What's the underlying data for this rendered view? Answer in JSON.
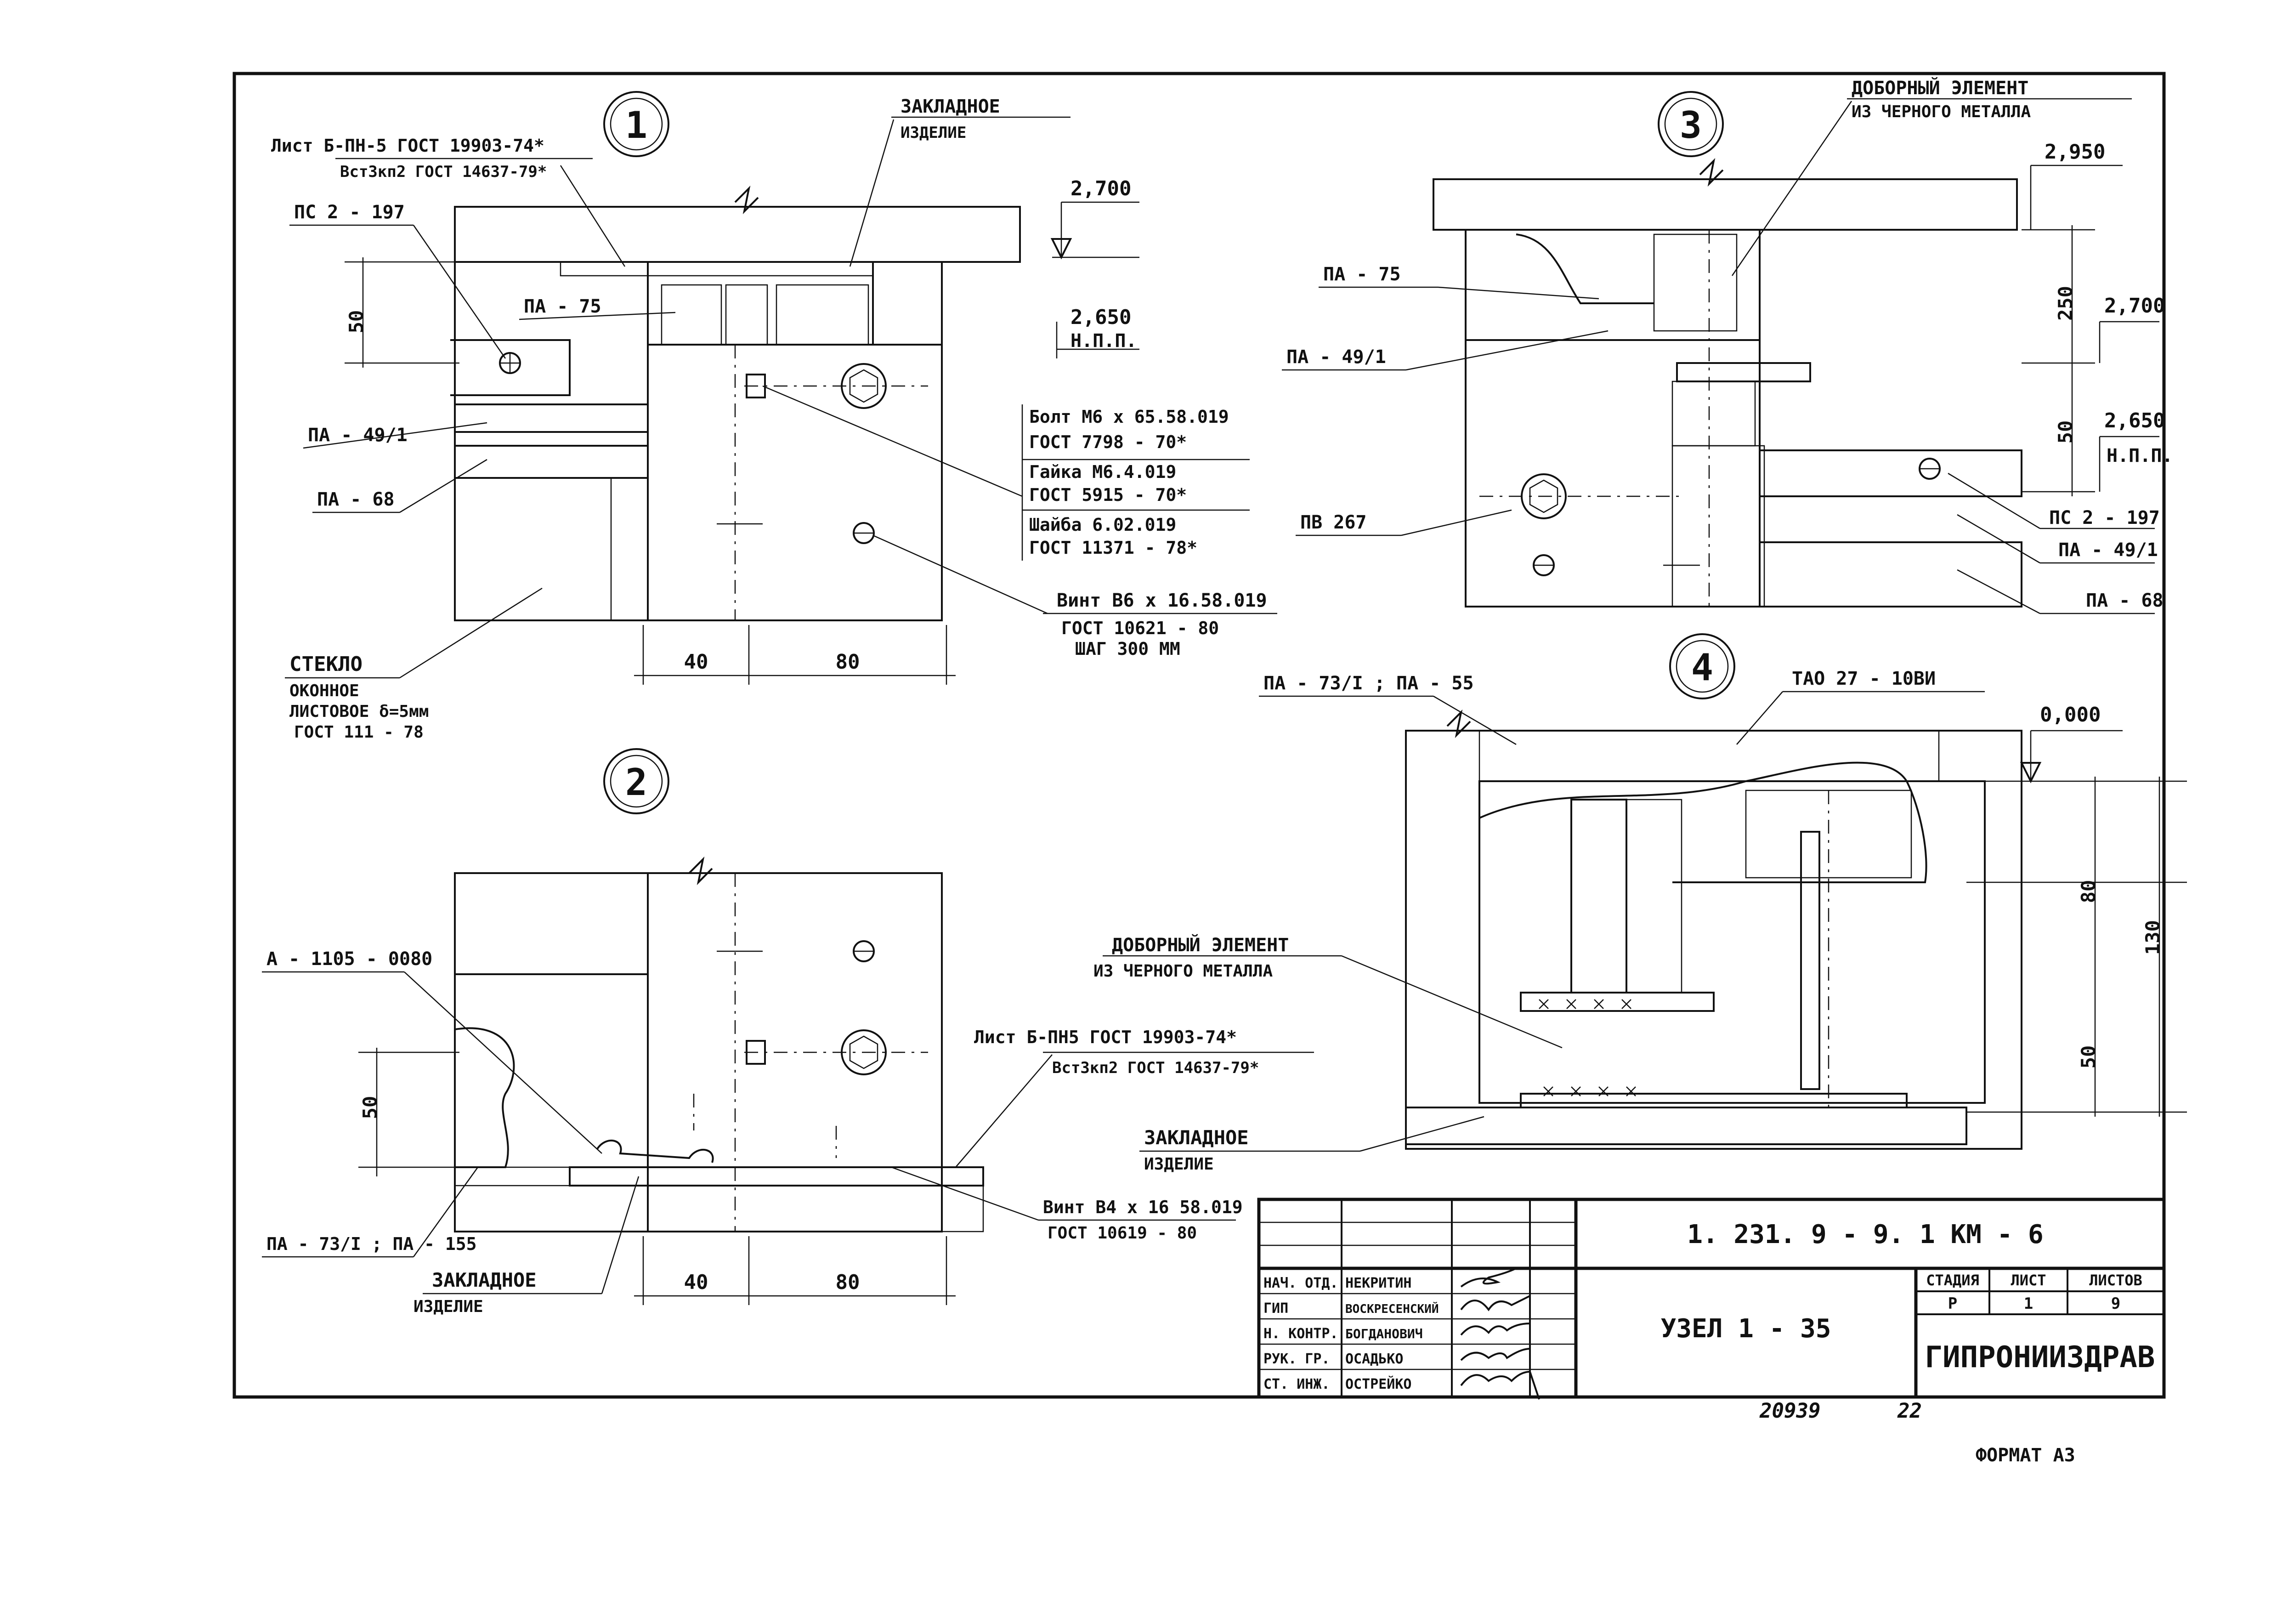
{
  "sheet": {
    "format": "ФОРМАТ А3",
    "archive_no": "20939",
    "page_no": "22"
  },
  "title_block": {
    "code": "1. 231. 9 - 9. 1  КМ - 6",
    "title": "УЗЕЛ 1 - 35",
    "org": "ГИПРОНИИЗДРАВ",
    "stage_header": "СТАДИЯ",
    "sheet_header": "ЛИСТ",
    "sheets_header": "ЛИСТОВ",
    "stage": "Р",
    "sheet": "1",
    "sheets": "9",
    "rows": [
      {
        "role": "НАЧ. ОТД.",
        "name": "НЕКРИТИН"
      },
      {
        "role": "ГИП",
        "name": "ВОСКРЕСЕНСКИЙ"
      },
      {
        "role": "Н. КОНТР.",
        "name": "БОГДАНОВИЧ"
      },
      {
        "role": "РУК. ГР.",
        "name": "ОСАДЬКО"
      },
      {
        "role": "СТ. ИНЖ.",
        "name": "ОСТРЕЙКО"
      }
    ]
  },
  "node1": {
    "num": "1",
    "sheet_a": "Лист  Б-ПН-5  ГОСТ 19903-74*",
    "sheet_b": "Вст3кп2  ГОСТ 14637-79*",
    "embedded_a": "ЗАКЛАДНОЕ",
    "embedded_b": "ИЗДЕЛИЕ",
    "ps": "ПС 2 - 197",
    "pa75": "ПА - 75",
    "pa49": "ПА - 49/1",
    "pa68": "ПА - 68",
    "dim50": "50",
    "elev1": "2,700",
    "elev2": "2,650",
    "npp": "Н.П.П.",
    "bolt": [
      "Болт М6 х 65.58.019",
      "ГОСТ 7798 - 70*",
      "Гайка М6.4.019",
      "ГОСТ 5915 - 70*",
      "Шайба 6.02.019",
      "ГОСТ 11371 - 78*"
    ],
    "screw": [
      "Винт В6 х 16.58.019",
      "ГОСТ 10621 - 80",
      "ШАГ 300 ММ"
    ],
    "glass": [
      "СТЕКЛО",
      "ОКОННОЕ",
      "ЛИСТОВОЕ δ=5мм",
      "ГОСТ 111 - 78"
    ],
    "d40": "40",
    "d80": "80"
  },
  "node2": {
    "num": "2",
    "a1105": "А - 1105 - 0080",
    "sheet_a": "Лист  Б-ПН5  ГОСТ 19903-74*",
    "sheet_b": "Вст3кп2  ГОСТ 14637-79*",
    "screw": [
      "Винт В4 х 16  58.019",
      "ГОСТ 10619 - 80"
    ],
    "pa73": "ПА - 73/I ; ПА - 155",
    "embedded_a": "ЗАКЛАДНОЕ",
    "embedded_b": "ИЗДЕЛИЕ",
    "dim50": "50",
    "d40": "40",
    "d80": "80"
  },
  "node3": {
    "num": "3",
    "extra_a": "ДОБОРНЫЙ ЭЛЕМЕНТ",
    "extra_b": "ИЗ ЧЕРНОГО МЕТАЛЛА",
    "elev1": "2,950",
    "elev2": "2,700",
    "elev3": "2,650",
    "npp": "Н.П.П.",
    "d250": "250",
    "d50": "50",
    "pa75": "ПА - 75",
    "pa49": "ПА - 49/1",
    "pv": "ПВ 267",
    "ps": "ПС 2 - 197",
    "pa49b": "ПА - 49/1",
    "pa68": "ПА - 68"
  },
  "node4": {
    "num": "4",
    "pa73": "ПА - 73/I ; ПА - 55",
    "tao": "ТАО 27 - 10ВИ",
    "elev": "0,000",
    "extra_a": "ДОБОРНЫЙ ЭЛЕМЕНТ",
    "extra_b": "ИЗ ЧЕРНОГО МЕТАЛЛА",
    "embedded_a": "ЗАКЛАДНОЕ",
    "embedded_b": "ИЗДЕЛИЕ",
    "d80": "80",
    "d130": "130",
    "d50": "50"
  }
}
